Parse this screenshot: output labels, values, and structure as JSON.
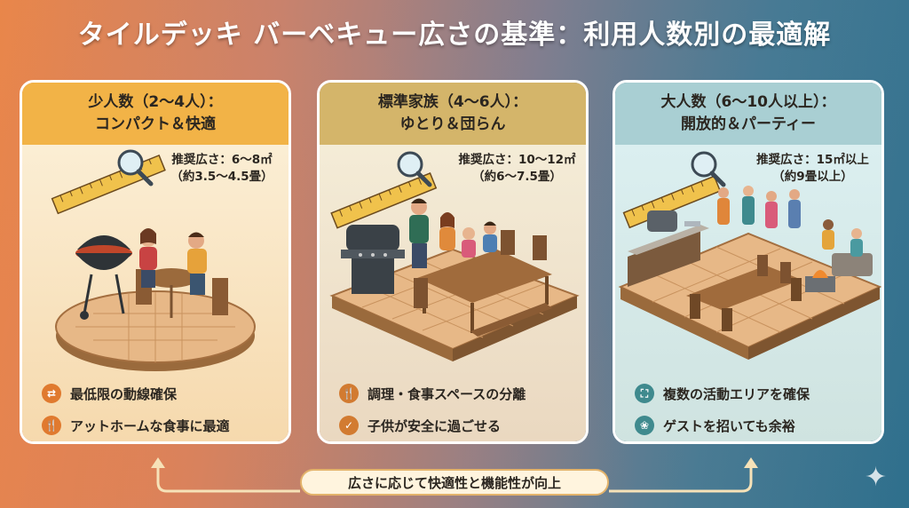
{
  "title": "タイルデッキ バーベキュー広さの基準：利用人数別の最適解",
  "cards": [
    {
      "heading_line1": "少人数（2〜4人）：",
      "heading_line2": "コンパクト＆快適",
      "area_line1": "推奨広さ：6〜8㎡",
      "area_line2": "（約3.5〜4.5畳）",
      "features": [
        {
          "icon": "arrows-exchange-icon",
          "text": "最低限の動線確保"
        },
        {
          "icon": "fork-knife-icon",
          "text": "アットホームな食事に最適"
        }
      ]
    },
    {
      "heading_line1": "標準家族（4〜6人）：",
      "heading_line2": "ゆとり＆団らん",
      "area_line1": "推奨広さ：10〜12㎡",
      "area_line2": "（約6〜7.5畳）",
      "features": [
        {
          "icon": "fork-knife-icon",
          "text": "調理・食事スペースの分離"
        },
        {
          "icon": "shield-check-icon",
          "text": "子供が安全に過ごせる"
        }
      ]
    },
    {
      "heading_line1": "大人数（6〜10人以上）：",
      "heading_line2": "開放的＆パーティー",
      "area_line1": "推奨広さ：15㎡以上",
      "area_line2": "（約9畳以上）",
      "features": [
        {
          "icon": "expand-area-icon",
          "text": "複数の活動エリアを確保"
        },
        {
          "icon": "paw-icon",
          "text": "ゲストを招いても余裕"
        }
      ]
    }
  ],
  "footer_label": "広さに応じて快適性と機能性が向上",
  "colors": {
    "card1_header": "#f2b347",
    "card2_header": "#d4b56a",
    "card3_header": "#a9cfd3",
    "accent_orange": "#e07a2f",
    "accent_teal": "#3f8a8e"
  }
}
